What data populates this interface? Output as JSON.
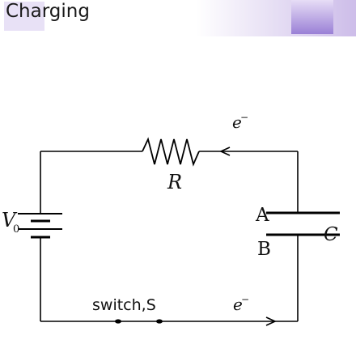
{
  "banner": {
    "title": "Charging",
    "colors": {
      "gradient_start": "#ffffff",
      "gradient_end": "#c9b6e9",
      "square": "#9a7fd4"
    }
  },
  "circuit": {
    "resistor_label": "R",
    "capacitor_label": "C",
    "plate_a_label": "A",
    "plate_b_label": "B",
    "voltage_label": "V",
    "voltage_subscript": "0",
    "switch_label": "switch,S",
    "electron_label": "e",
    "electron_superscript": "−",
    "wire_color": "#000000"
  }
}
